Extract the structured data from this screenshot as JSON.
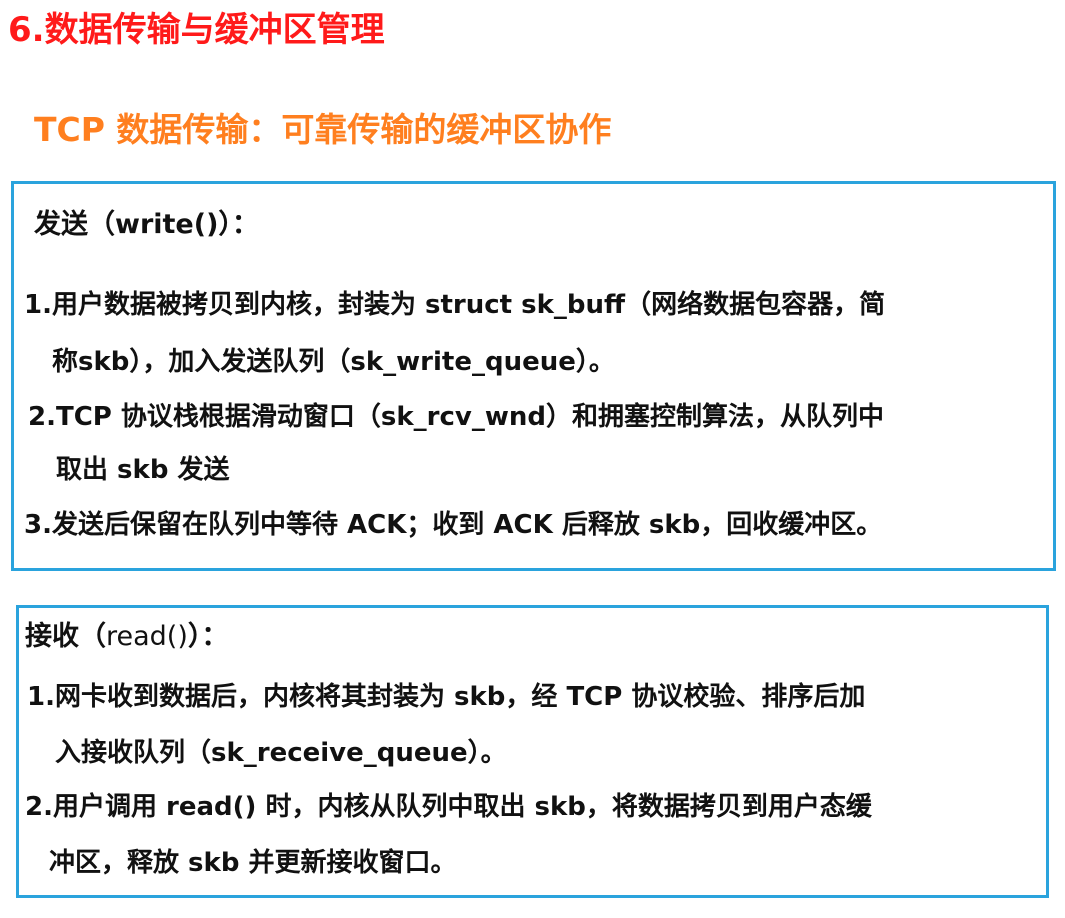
{
  "page": {
    "title": "6.数据传输与缓冲区管理",
    "subtitle": "TCP 数据传输：可靠传输的缓冲区协作"
  },
  "send_panel": {
    "heading_main": "发送",
    "heading_paren": "（write()）：",
    "lines": [
      "1.用户数据被拷贝到内核，封装为 struct sk_buff（网络数据包容器，简",
      "称skb），加入发送队列（sk_write_queue）。",
      "2.TCP 协议栈根据滑动窗口（sk_rcv_wnd）和拥塞控制算法，从队列中",
      "取出 skb 发送",
      "3.发送后保留在队列中等待 ACK；收到 ACK 后释放 skb，回收缓冲区。"
    ]
  },
  "receive_panel": {
    "heading_main": "接收",
    "heading_open": "（",
    "heading_api": "read()",
    "heading_close": "）：",
    "lines": [
      "1.网卡收到数据后，内核将其封装为 skb，经 TCP 协议校验、排序后加",
      "入接收队列（sk_receive_queue）。",
      "2.用户调用 read() 时，内核从队列中取出 skb，将数据拷贝到用户态缓",
      "冲区，释放 skb 并更新接收窗口。"
    ]
  },
  "colors": {
    "title": "#ff1a1a",
    "subtitle": "#ff7f1f",
    "panel_border": "#2aa3dd",
    "text": "#111111"
  }
}
